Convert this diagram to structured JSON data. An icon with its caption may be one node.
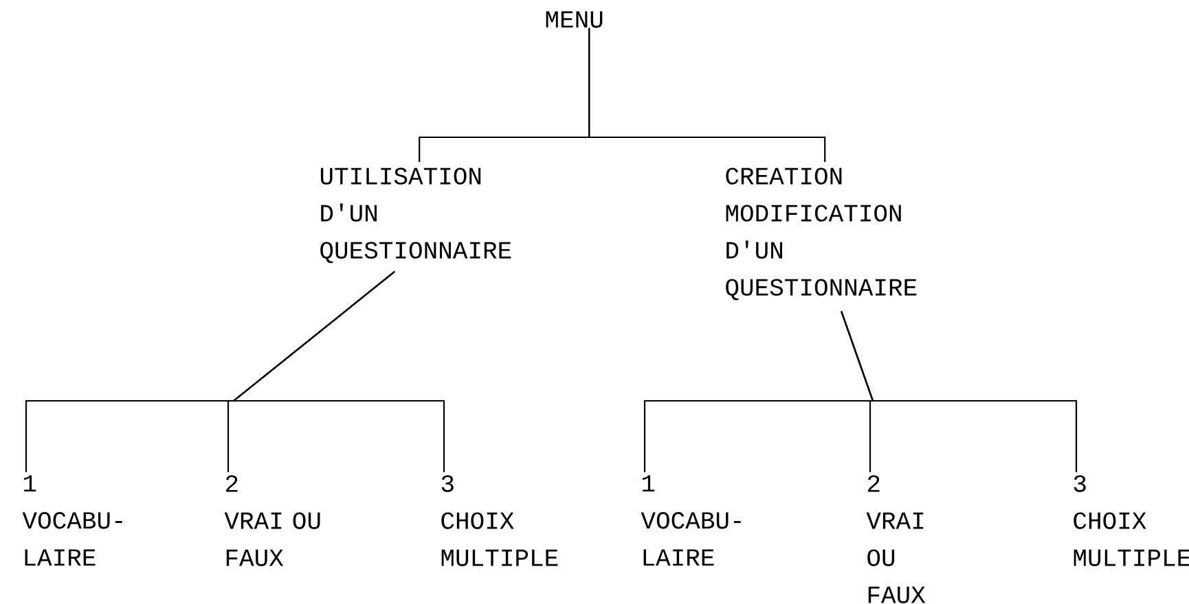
{
  "diagram": {
    "nodes": [
      {
        "text": [
          "MENU"
        ]
      },
      {
        "text": [
          "UTILISATION D'UN QUESTIONNAIRE"
        ]
      },
      {
        "text": [
          "CREATION MODIFICATION D'UN QUESTIONNAIRE"
        ]
      },
      {
        "text": [
          "1",
          "VOCABU- LAIRE"
        ]
      },
      {
        "text": [
          "2",
          "VRAI OU FAUX"
        ]
      },
      {
        "text": [
          "3",
          "CHOIX MULTIPLE"
        ]
      },
      {
        "text": [
          "1",
          "VOCABU- LAIRE"
        ]
      },
      {
        "text": [
          "2",
          "VRAI OU FAUX"
        ]
      },
      {
        "text": [
          "3",
          "CHOIX MULTIPLE"
        ]
      }
    ],
    "edges": [
      {
        "from": 0,
        "to": 1,
        "arrow": "none"
      },
      {
        "from": 0,
        "to": 2,
        "arrow": "none"
      },
      {
        "from": 1,
        "to": 3,
        "arrow": "none"
      },
      {
        "from": 1,
        "to": 4,
        "arrow": "none"
      },
      {
        "from": 1,
        "to": 5,
        "arrow": "none"
      },
      {
        "from": 2,
        "to": 6,
        "arrow": "none"
      },
      {
        "from": 2,
        "to": 7,
        "arrow": "none"
      },
      {
        "from": 2,
        "to": 8,
        "arrow": "none"
      }
    ]
  }
}
